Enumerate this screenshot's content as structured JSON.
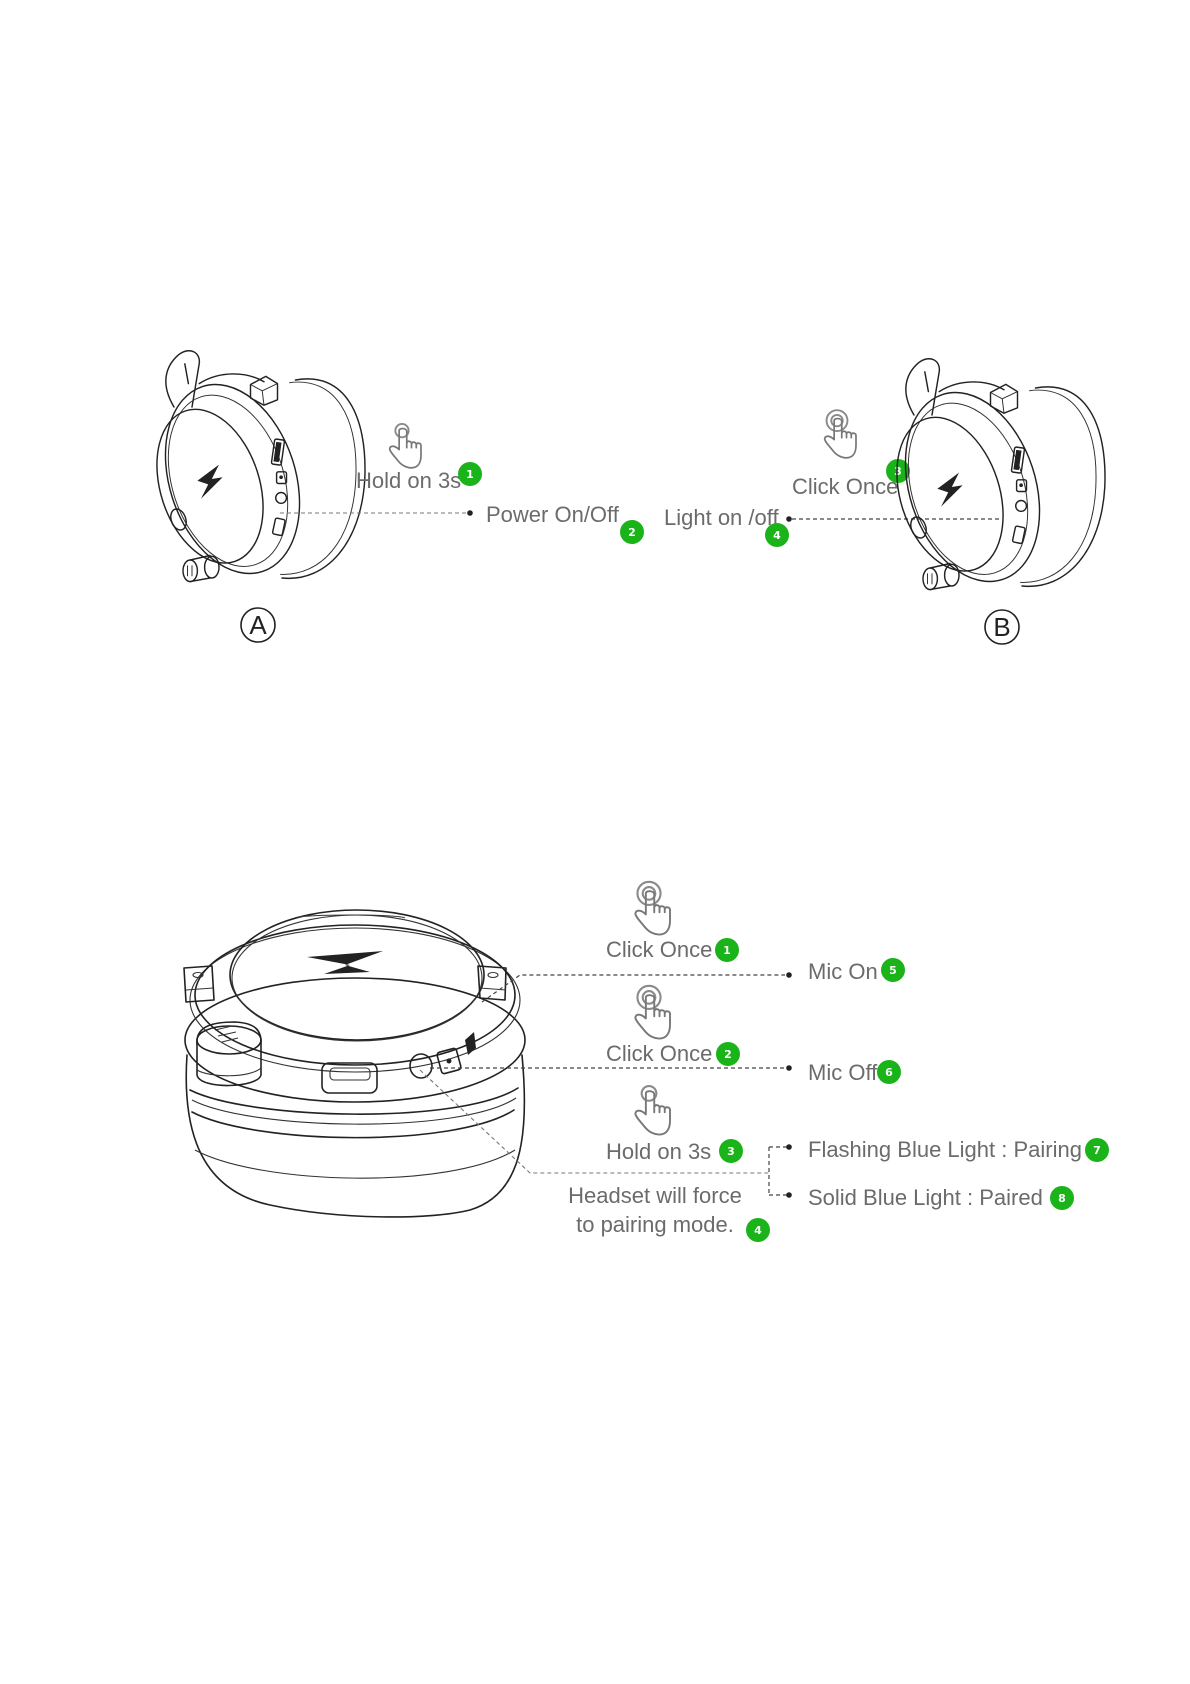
{
  "colors": {
    "badge": "#1ab31a",
    "label_text": "#6b6b6b",
    "line_art": "#222222",
    "background": "#ffffff"
  },
  "figure_top": {
    "view_a": {
      "letter": "A",
      "gesture_icon": "hand-tap-icon",
      "action": {
        "text": "Hold on 3s",
        "badge": "1"
      },
      "result": {
        "text": "Power On/Off",
        "badge": "2"
      }
    },
    "view_b": {
      "letter": "B",
      "gesture_icon": "hand-tap-icon",
      "action": {
        "text": "Click Once",
        "badge": "3"
      },
      "result": {
        "text": "Light on /off",
        "badge": "4"
      }
    }
  },
  "figure_bottom": {
    "actions": [
      {
        "text": "Click Once",
        "badge": "1",
        "gesture_icon": "hand-double-tap-icon"
      },
      {
        "text": "Click Once",
        "badge": "2",
        "gesture_icon": "hand-double-tap-icon"
      },
      {
        "text": "Hold on 3s",
        "badge": "3",
        "gesture_icon": "hand-tap-icon"
      }
    ],
    "note": {
      "line1": "Headset will force",
      "line2": "to pairing mode.",
      "badge": "4"
    },
    "results": [
      {
        "text": "Mic On",
        "badge": "5"
      },
      {
        "text": "Mic Off",
        "badge": "6"
      },
      {
        "text": "Flashing Blue Light : Pairing",
        "badge": "7"
      },
      {
        "text": "Solid Blue Light : Paired",
        "badge": "8"
      }
    ]
  }
}
